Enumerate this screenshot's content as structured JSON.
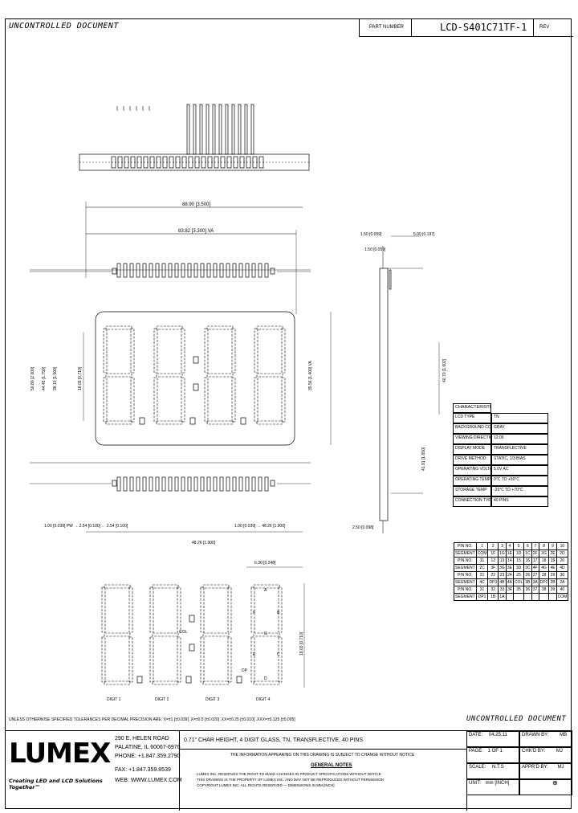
{
  "header": {
    "uncontrolled_top": "UNCONTROLLED DOCUMENT",
    "part_number_label": "PART NUMBER",
    "part_number": "LCD-S401C71TF-1",
    "rev_label": "REV"
  },
  "characteristics": {
    "title": "CHARACTERISTICS",
    "rows": [
      {
        "k": "LCD TYPE",
        "v": "TN"
      },
      {
        "k": "BACKGROUND COLOR",
        "v": "GRAY"
      },
      {
        "k": "VIEWING DIRECTION",
        "v": "12:00"
      },
      {
        "k": "DISPLAY MODE",
        "v": "TRANSFLECTIVE"
      },
      {
        "k": "DRIVE METHOD",
        "v": "STATIC, 1/3 BIAS"
      },
      {
        "k": "OPERATING VOLTAGE",
        "v": "5.0V AC"
      },
      {
        "k": "OPERATING TEMP",
        "v": "0°C TO +50°C"
      },
      {
        "k": "STORAGE TEMP",
        "v": "-20°C TO +70°C"
      },
      {
        "k": "CONNECTION TYPE",
        "v": "40 PINS"
      }
    ]
  },
  "pin_table": [
    [
      "PIN NO.",
      "1",
      "2",
      "3",
      "4",
      "5",
      "6",
      "7",
      "8",
      "9",
      "10"
    ],
    [
      "SEGMENT",
      "COM",
      "1F",
      "1G",
      "1E",
      "1D",
      "1C",
      "2F",
      "2G",
      "2E",
      "2D"
    ],
    [
      "PIN NO.",
      "11",
      "12",
      "13",
      "14",
      "15",
      "16",
      "17",
      "18",
      "19",
      "20"
    ],
    [
      "SEGMENT",
      "2C",
      "3F",
      "3G",
      "3E",
      "3D",
      "3C",
      "4F",
      "4G",
      "4E",
      "4D"
    ],
    [
      "PIN NO.",
      "21",
      "22",
      "23",
      "24",
      "25",
      "26",
      "27",
      "28",
      "29",
      "30"
    ],
    [
      "SEGMENT",
      "4C",
      "DP3",
      "4B",
      "4A",
      "COL",
      "3B",
      "3A",
      "DP2",
      "2B",
      "2A"
    ],
    [
      "PIN NO.",
      "31",
      "32",
      "33",
      "34",
      "35",
      "36",
      "37",
      "38",
      "39",
      "40"
    ],
    [
      "SEGMENT",
      "DP1",
      "1B",
      "1A",
      "",
      "",
      "",
      "",
      "",
      "",
      "COM"
    ]
  ],
  "digit_labels": [
    "DIGIT 1",
    "DIGIT 2",
    "DIGIT 3",
    "DIGIT 4"
  ],
  "seg_labels": {
    "a": "A",
    "b": "B",
    "c": "C",
    "d": "D",
    "e": "E",
    "f": "F",
    "g": "G",
    "dp": "DP",
    "col": "COL"
  },
  "tolerance_note": "UNLESS OTHERWISE SPECIFIED TOLERANCES PER DECIMAL PRECISION ARE: X=±1 [±0.039]  .X=±0.5 [±0.020]  .XX=±0.25 [±0.010]  .XXX=±0.125 [±0.005]",
  "uncontrolled_bottom": "UNCONTROLLED DOCUMENT",
  "company": {
    "logo": "LUMEX",
    "tagline": "Creating LED and LCD Solutions Together™",
    "address1": "290 E. HELEN ROAD",
    "address2": "PALATINE, IL 60067-6976",
    "phone": "PHONE: +1.847.359.2790",
    "fax": "FAX: +1.847.359.8539",
    "web": "WEB: WWW.LUMEX.COM"
  },
  "description": "0.71\" CHAR HEIGHT, 4 DIGIT GLASS, TN, TRANSFLECTIVE, 40 PINS",
  "notes": {
    "line1": "THE INFORMATION APPEARING ON THIS DRAWING IS SUBJECT TO CHANGE WITHOUT NOTICE",
    "general": "GENERAL NOTES",
    "fine1": "LUMEX INC. RESERVES THE RIGHT TO MAKE CHANGES IN PRODUCT SPECIFICATIONS WITHOUT NOTICE",
    "fine2": "THIS DRAWING IS THE PROPERTY OF LUMEX INC. AND MAY NOT BE REPRODUCED WITHOUT PERMISSION",
    "fine3": "COPYRIGHT LUMEX INC. ALL RIGHTS RESERVED — DIMENSIONS IN MM [INCH]"
  },
  "title_block": {
    "date_label": "DATE:",
    "date": "04.25.11",
    "drawn_label": "DRAWN BY:",
    "drawn": "MB",
    "page_label": "PAGE:",
    "page": "1  OF  1",
    "chkd_label": "CHK'D BY:",
    "chkd": "MJ",
    "scale_label": "SCALE:",
    "scale": "N.T.S",
    "apprd_label": "APPR'D BY:",
    "apprd": "MJ",
    "unit_label": "UNIT:",
    "unit": "mm [INCH]"
  }
}
